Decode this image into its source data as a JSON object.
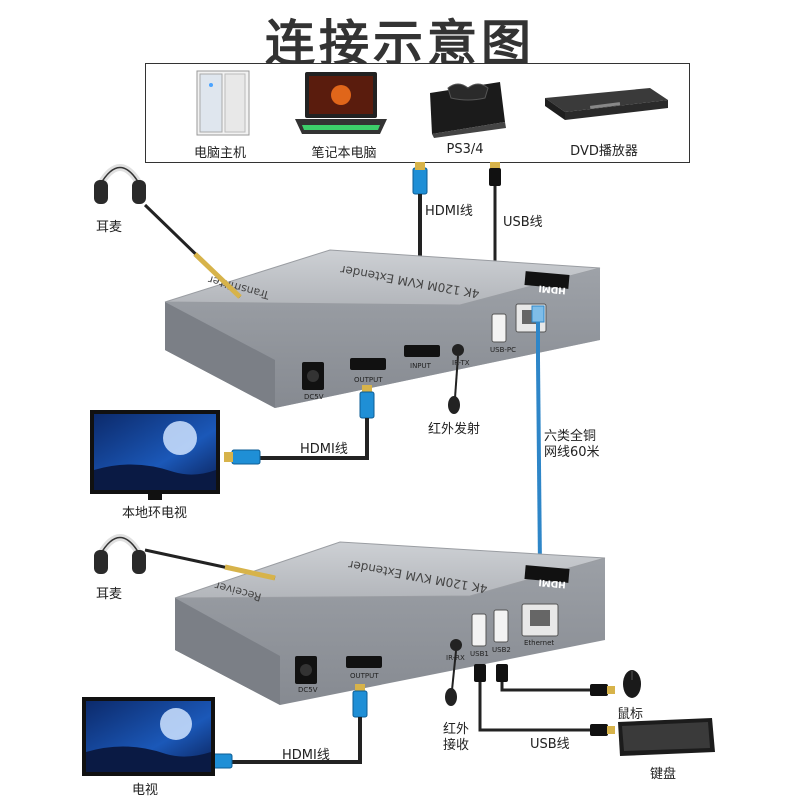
{
  "title": "连接示意图",
  "sources": {
    "pc": "电脑主机",
    "laptop": "笔记本电脑",
    "ps": "PS3/4",
    "dvd": "DVD播放器"
  },
  "labels": {
    "hdmi_cable_top": "HDMI线",
    "usb_cable_top": "USB线",
    "headset_top": "耳麦",
    "ir_tx": "红外发射",
    "network_1": "六类全铜",
    "network_2": "网线60米",
    "hdmi_cable_mid": "HDMI线",
    "local_tv": "本地环电视",
    "headset_bottom": "耳麦",
    "ir_rx_1": "红外",
    "ir_rx_2": "接收",
    "mouse": "鼠标",
    "usb_cable_bottom": "USB线",
    "hdmi_cable_bottom": "HDMI线",
    "keyboard": "键盘",
    "tv": "电视"
  },
  "transmitter": {
    "name": "Transmitter",
    "model": "4K 120M KVM Extender",
    "brand": "HDMI",
    "ports": {
      "dc": "DC5V",
      "output": "OUTPUT",
      "input": "INPUT",
      "ir": "IR-TX",
      "usb": "USB-PC"
    }
  },
  "receiver": {
    "name": "Receiver",
    "model": "4K 120M KVM Extender",
    "brand": "HDMI",
    "ports": {
      "dc": "DC5V",
      "output": "OUTPUT",
      "ir": "IR-RX",
      "usb1": "USB1",
      "usb2": "USB2",
      "eth": "Ethernet"
    }
  },
  "colors": {
    "device_body": "#a9acb2",
    "device_top": "#c4c7cc",
    "device_front": "#8f939a",
    "cable": "#222222",
    "connector_blue": "#1f8fd6",
    "network_cable": "#2e86c8",
    "gold": "#d7b34a"
  }
}
